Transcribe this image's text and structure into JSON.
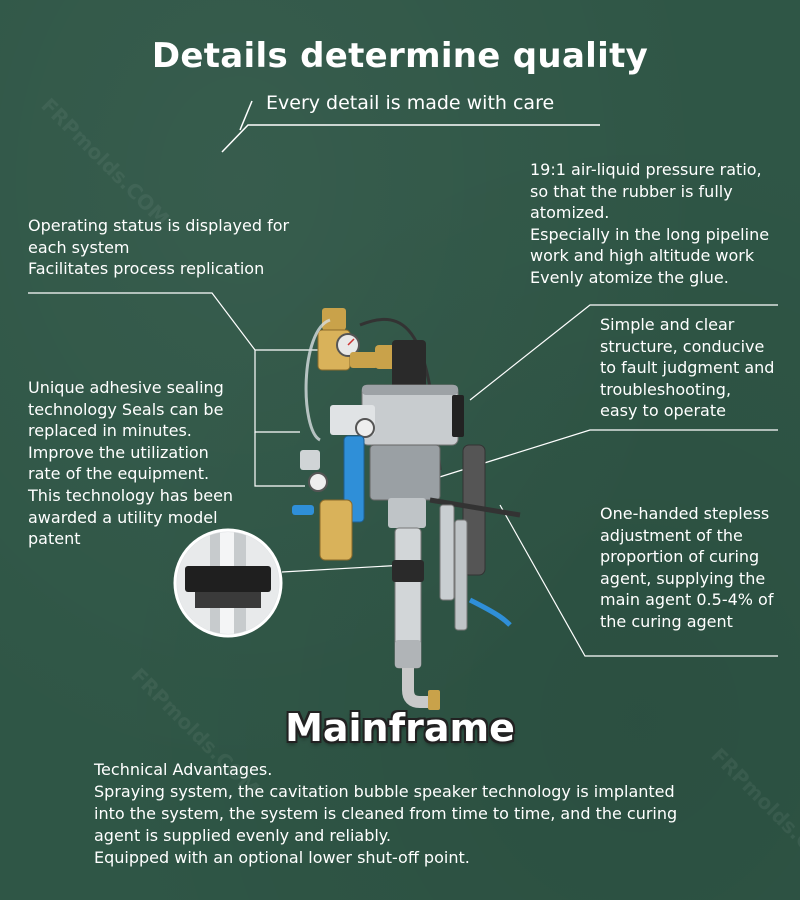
{
  "header": {
    "title": "Details determine quality",
    "subtitle": "Every detail is made with care"
  },
  "callouts": {
    "status": "Operating status is displayed for\neach system\nFacilitates process replication",
    "sealing": "Unique adhesive sealing\ntechnology Seals can be\nreplaced in minutes.\nImprove the utilization\nrate of the equipment.\nThis technology has been\nawarded a utility model\npatent",
    "pressure": "19:1 air-liquid pressure ratio,\nso that the rubber is fully\natomized.\nEspecially in the long pipeline\nwork and high altitude work\nEvenly atomize the glue.",
    "structure": "Simple and clear\nstructure, conducive\nto fault judgment and\n troubleshooting,\neasy to operate",
    "adjustment": "One-handed stepless\nadjustment of the\nproportion of curing\nagent, supplying the\nmain agent 0.5-4% of\nthe curing agent"
  },
  "product": {
    "name": "Mainframe"
  },
  "technical": {
    "text": "Technical Advantages.\nSpraying system, the cavitation bubble speaker technology is implanted\ninto the system, the system is cleaned from time to time, and the curing\nagent is supplied evenly and reliably.\nEquipped with an optional lower shut-off point."
  },
  "watermark": {
    "text": "FRPmolds.COM"
  },
  "colors": {
    "background": "#2f5646",
    "text": "#ffffff",
    "accent_blue": "#2f8fd8",
    "brass": "#c9a24a",
    "steel": "#b8bcc0"
  }
}
